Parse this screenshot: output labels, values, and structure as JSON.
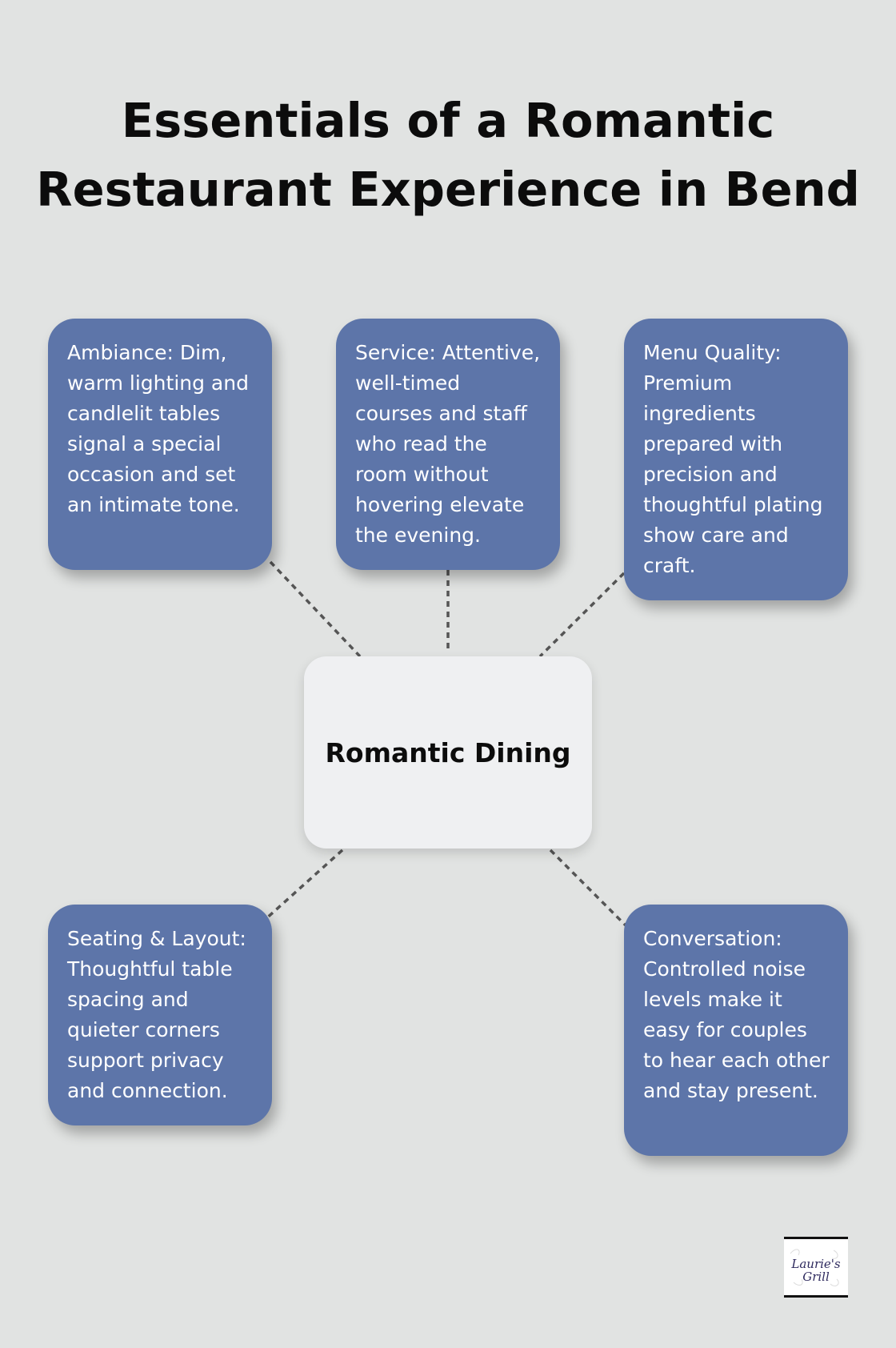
{
  "title": "Essentials of a Romantic Restaurant Experience in Bend",
  "center": {
    "label": "Romantic Dining"
  },
  "nodes": [
    {
      "text": "Ambiance: Dim, warm lighting and candlelit tables signal a special occasion and set an intimate tone."
    },
    {
      "text": "Service: Attentive, well-timed courses and staff who read the room without hovering elevate the evening."
    },
    {
      "text": "Menu Quality: Premium ingredients prepared with precision and thoughtful plating show care and craft."
    },
    {
      "text": "Seating & Layout: Thoughtful table spacing and quieter corners support privacy and connection."
    },
    {
      "text": "Conversation: Controlled noise levels make it easy for couples to hear each other and stay present."
    }
  ],
  "logo": {
    "line1": "Laurie's",
    "line2": "Grill"
  },
  "colors": {
    "background": "#e1e3e2",
    "node": "#5d75a9",
    "center": "#eff0f2",
    "connector": "#555555"
  }
}
